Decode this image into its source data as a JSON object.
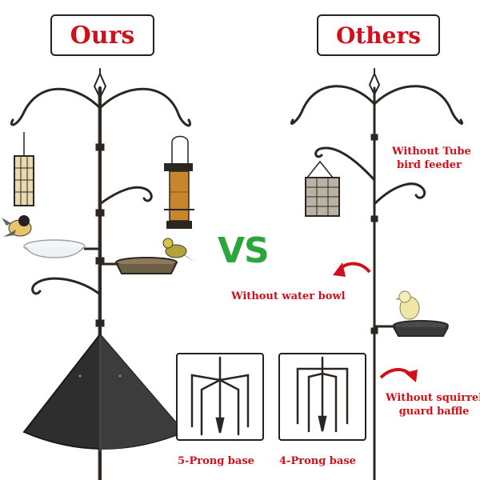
{
  "headers": {
    "ours": "Ours",
    "others": "Others",
    "vs": "VS"
  },
  "notes": {
    "tube_line1": "Without Tube",
    "tube_line2": "bird feeder",
    "water": "Without water bowl",
    "squirrel_line1": "Without squirrel",
    "squirrel_line2": "guard baffle"
  },
  "bases": {
    "five": "5-Prong base",
    "four": "4-Prong base"
  },
  "colors": {
    "accent_red": "#d0101a",
    "vs_green": "#2aa63a",
    "metal": "#2b2622"
  }
}
